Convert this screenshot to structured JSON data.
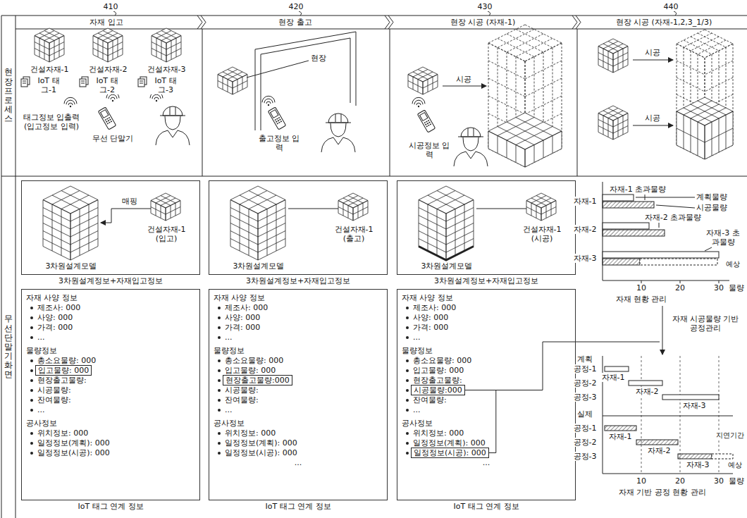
{
  "diagram": {
    "nodes": [
      {
        "text": [
          "자재 입고"
        ]
      },
      {
        "text": [
          "현장 출고"
        ]
      },
      {
        "text": [
          "현장 시공 (자재-1)"
        ]
      },
      {
        "text": [
          "현장 시공 (자재-1,2,3_1/3)"
        ]
      },
      {
        "text": [
          "현장프로세스"
        ]
      },
      {
        "text": [
          "무선단말기화면"
        ]
      },
      {
        "text": [
          "3차원설계모델",
          "매핑",
          "건설자재-1 (입고)",
          "3차원설계정보+자재입고정보"
        ]
      },
      {
        "text": [
          "자재 사양 정보",
          "제조사: 000",
          "사양: 000",
          "가격: 000",
          "...",
          "물량정보",
          "총소요물량: 000",
          "현장출고물량:",
          "시공물량:",
          "잔여물량:",
          "...",
          "공사정보",
          "위치정보: 000",
          "일정정보(계획): 000",
          "일정정보(시공): 000",
          "IoT 태그 연계 정보"
        ]
      },
      {
        "text": [
          "입고물량: 000"
        ],
        "in": 7
      },
      {
        "text": [
          "3차원설계모델",
          "건설자재-1 (출고)",
          "3차원설계정보+자재입고정보"
        ]
      },
      {
        "text": [
          "자재 사양 정보",
          "제조사: 000",
          "사양: 000",
          "가격: 000",
          "...",
          "물량정보",
          "총소요물량: 000",
          "입고물량: 000",
          "시공물량:",
          "잔여물량:",
          "...",
          "공사정보",
          "위치정보: 000",
          "일정정보(계획): 000",
          "일정정보(시공): 000",
          "...",
          "IoT 태그 연계 정보"
        ]
      },
      {
        "text": [
          "현장출고물량:000"
        ],
        "in": 10
      },
      {
        "text": [
          "3차원설계모델",
          "건설자재-1 (시공)",
          "3차원설계정보+자재입고정보"
        ]
      },
      {
        "text": [
          "자재 사양 정보",
          "제조사: 000",
          "사양: 000",
          "가격: 000",
          "...",
          "물량정보",
          "총소요물량: 000",
          "입고물량: 000",
          "현장출고물량:",
          "잔여물량:",
          "...",
          "공사정보",
          "위치정보: 000",
          "일정정보(계획): 000",
          "...",
          "IoT 태그 연계 정보"
        ]
      },
      {
        "text": [
          "시공물량:000"
        ],
        "in": 13
      },
      {
        "text": [
          "일정정보(시공): 000"
        ],
        "in": 13
      }
    ],
    "labels": [
      "410",
      "420",
      "430",
      "440",
      "건설자재-1",
      "건설자재-2",
      "건설자재-3",
      "IoT 태그-1",
      "IoT 태그-2",
      "IoT 태그-3",
      "태그정보 입출력 (입고정보 입력)",
      "무선 단말기",
      "현장",
      "출고정보 입력",
      "시공",
      "시공정보 입력",
      "시공",
      "시공",
      "자재-1 초과물량",
      "계획물량",
      "시공물량",
      "자재-2 초과물량",
      "자재-3 초과물량",
      "자재-1",
      "자재-2",
      "자재-3",
      "예상",
      "10",
      "20",
      "30",
      "물량",
      "자재 현황 관리",
      "자재 시공물량 기반 공정관리",
      "계획",
      "공정-1",
      "공정-2",
      "공정-3",
      "자재-1",
      "자재-2",
      "자재-3",
      "실제",
      "공정-1",
      "공정-2",
      "공정-3",
      "자재-1",
      "자재-2",
      "지연기간",
      "자재-3",
      "예상",
      "10",
      "20",
      "30",
      "물량",
      "자재 기반 공정 현황 관리"
    ]
  }
}
